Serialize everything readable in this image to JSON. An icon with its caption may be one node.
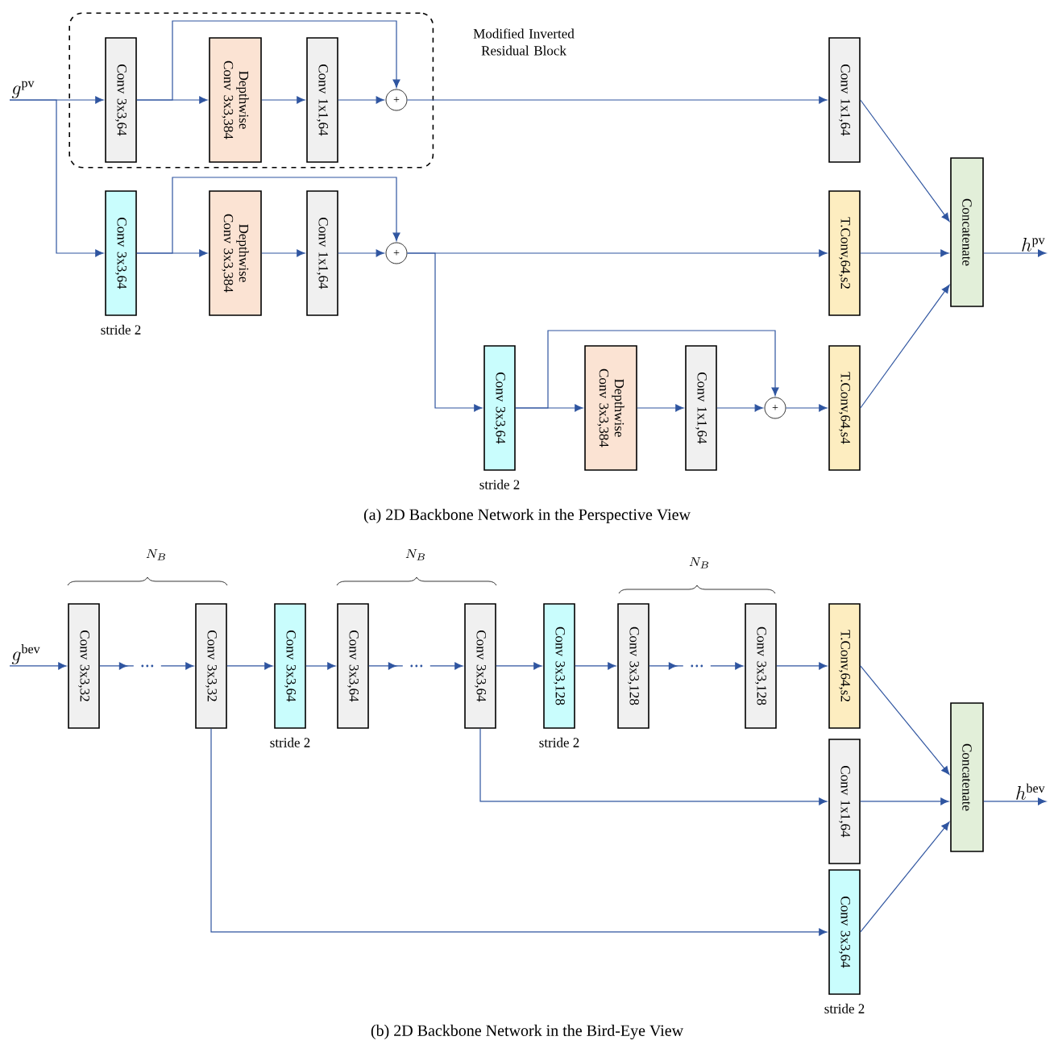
{
  "diagram": {
    "nodes": [
      {
        "text": [
          "g^{\\mathrm{pv}}"
        ]
      },
      {
        "text": [
          "Modified Inverted Residual Block"
        ]
      },
      {
        "text": [
          "Conv 3x3,64"
        ],
        "in": 1
      },
      {
        "text": [
          "Depthwise Conv 3x3,384"
        ],
        "in": 1
      },
      {
        "text": [
          "Conv 1x1,64"
        ],
        "in": 1
      },
      {
        "text": [
          "+"
        ],
        "in": 1
      },
      {
        "text": [
          "Conv 1x1,64"
        ]
      },
      {
        "text": [
          "Conv 3x3,64"
        ],
        "beside": [
          "stride 2"
        ]
      },
      {
        "text": [
          "Depthwise Conv 3x3,384"
        ]
      },
      {
        "text": [
          "Conv 1x1,64"
        ]
      },
      {
        "text": [
          "+"
        ]
      },
      {
        "text": [
          "T.Conv,64,s2"
        ]
      },
      {
        "text": [
          "Concatenate"
        ]
      },
      {
        "text": [
          "h^{\\mathrm{pv}}"
        ]
      },
      {
        "text": [
          "Conv 3x3,64"
        ],
        "beside": [
          "stride 2"
        ]
      },
      {
        "text": [
          "Depthwise Conv 3x3,384"
        ]
      },
      {
        "text": [
          "Conv 1x1,64"
        ]
      },
      {
        "text": [
          "+"
        ]
      },
      {
        "text": [
          "T.Conv,64,s4"
        ]
      },
      {
        "text": [
          "g^{\\mathrm{bev}}"
        ]
      },
      {
        "text": [
          "Conv 3x3,32"
        ]
      },
      {
        "text": [
          "Conv 3x3,32"
        ]
      },
      {
        "text": [
          "Conv 3x3,64"
        ],
        "beside": [
          "stride 2"
        ]
      },
      {
        "text": [
          "Conv 3x3,64"
        ]
      },
      {
        "text": [
          "Conv 3x3,64"
        ]
      },
      {
        "text": [
          "Conv 3x3,128"
        ],
        "beside": [
          "stride 2"
        ]
      },
      {
        "text": [
          "Conv 3x3,128"
        ]
      },
      {
        "text": [
          "Conv 3x3,128"
        ]
      },
      {
        "text": [
          "T.Conv,64,s2"
        ]
      },
      {
        "text": [
          "Conv 1x1,64"
        ]
      },
      {
        "text": [
          "Concatenate"
        ]
      },
      {
        "text": [
          "h^{\\mathrm{bev}}"
        ]
      },
      {
        "text": [
          "Conv 3x3,64"
        ],
        "beside": [
          "stride 2"
        ]
      }
    ],
    "edges": [
      {
        "from": 0,
        "to": 2,
        "arrow": "to"
      },
      {
        "from": 0,
        "to": 7,
        "arrow": "to"
      },
      {
        "from": 2,
        "to": 3,
        "arrow": "to"
      },
      {
        "from": 2,
        "to": 5,
        "arrow": "to"
      },
      {
        "from": 3,
        "to": 4,
        "arrow": "to"
      },
      {
        "from": 4,
        "to": 5,
        "arrow": "to"
      },
      {
        "from": 5,
        "to": 6,
        "arrow": "to"
      },
      {
        "from": 6,
        "to": 12,
        "arrow": "to"
      },
      {
        "from": 7,
        "to": 8,
        "arrow": "to"
      },
      {
        "from": 7,
        "to": 10,
        "arrow": "to"
      },
      {
        "from": 8,
        "to": 9,
        "arrow": "to"
      },
      {
        "from": 9,
        "to": 10,
        "arrow": "to"
      },
      {
        "from": 10,
        "to": 11,
        "arrow": "to"
      },
      {
        "from": 11,
        "to": 12,
        "arrow": "to"
      },
      {
        "from": 10,
        "to": 14,
        "arrow": "to"
      },
      {
        "from": 14,
        "to": 15,
        "arrow": "to"
      },
      {
        "from": 14,
        "to": 17,
        "arrow": "to"
      },
      {
        "from": 15,
        "to": 16,
        "arrow": "to"
      },
      {
        "from": 16,
        "to": 17,
        "arrow": "to"
      },
      {
        "from": 17,
        "to": 18,
        "arrow": "to"
      },
      {
        "from": 18,
        "to": 12,
        "arrow": "to"
      },
      {
        "from": 12,
        "to": 13,
        "arrow": "to"
      },
      {
        "from": 19,
        "to": 20,
        "arrow": "to"
      },
      {
        "from": 20,
        "to": 21,
        "arrow": "to"
      },
      {
        "from": 21,
        "to": 22,
        "arrow": "to"
      },
      {
        "from": 22,
        "to": 23,
        "arrow": "to"
      },
      {
        "from": 23,
        "to": 24,
        "arrow": "to"
      },
      {
        "from": 24,
        "to": 25,
        "arrow": "to"
      },
      {
        "from": 25,
        "to": 26,
        "arrow": "to"
      },
      {
        "from": 26,
        "to": 27,
        "arrow": "to"
      },
      {
        "from": 27,
        "to": 28,
        "arrow": "to"
      },
      {
        "from": 28,
        "to": 30,
        "arrow": "to"
      },
      {
        "from": 24,
        "to": 29,
        "arrow": "to"
      },
      {
        "from": 29,
        "to": 30,
        "arrow": "to"
      },
      {
        "from": 21,
        "to": 32,
        "arrow": "to"
      },
      {
        "from": 32,
        "to": 30,
        "arrow": "to"
      },
      {
        "from": 30,
        "to": 31,
        "arrow": "to"
      }
    ],
    "labels": [
      "(a) 2D Backbone Network in the Perspective View",
      "N_B",
      "N_B",
      "N_B",
      "(b) 2D Backbone Network in the Bird-Eye View"
    ]
  }
}
